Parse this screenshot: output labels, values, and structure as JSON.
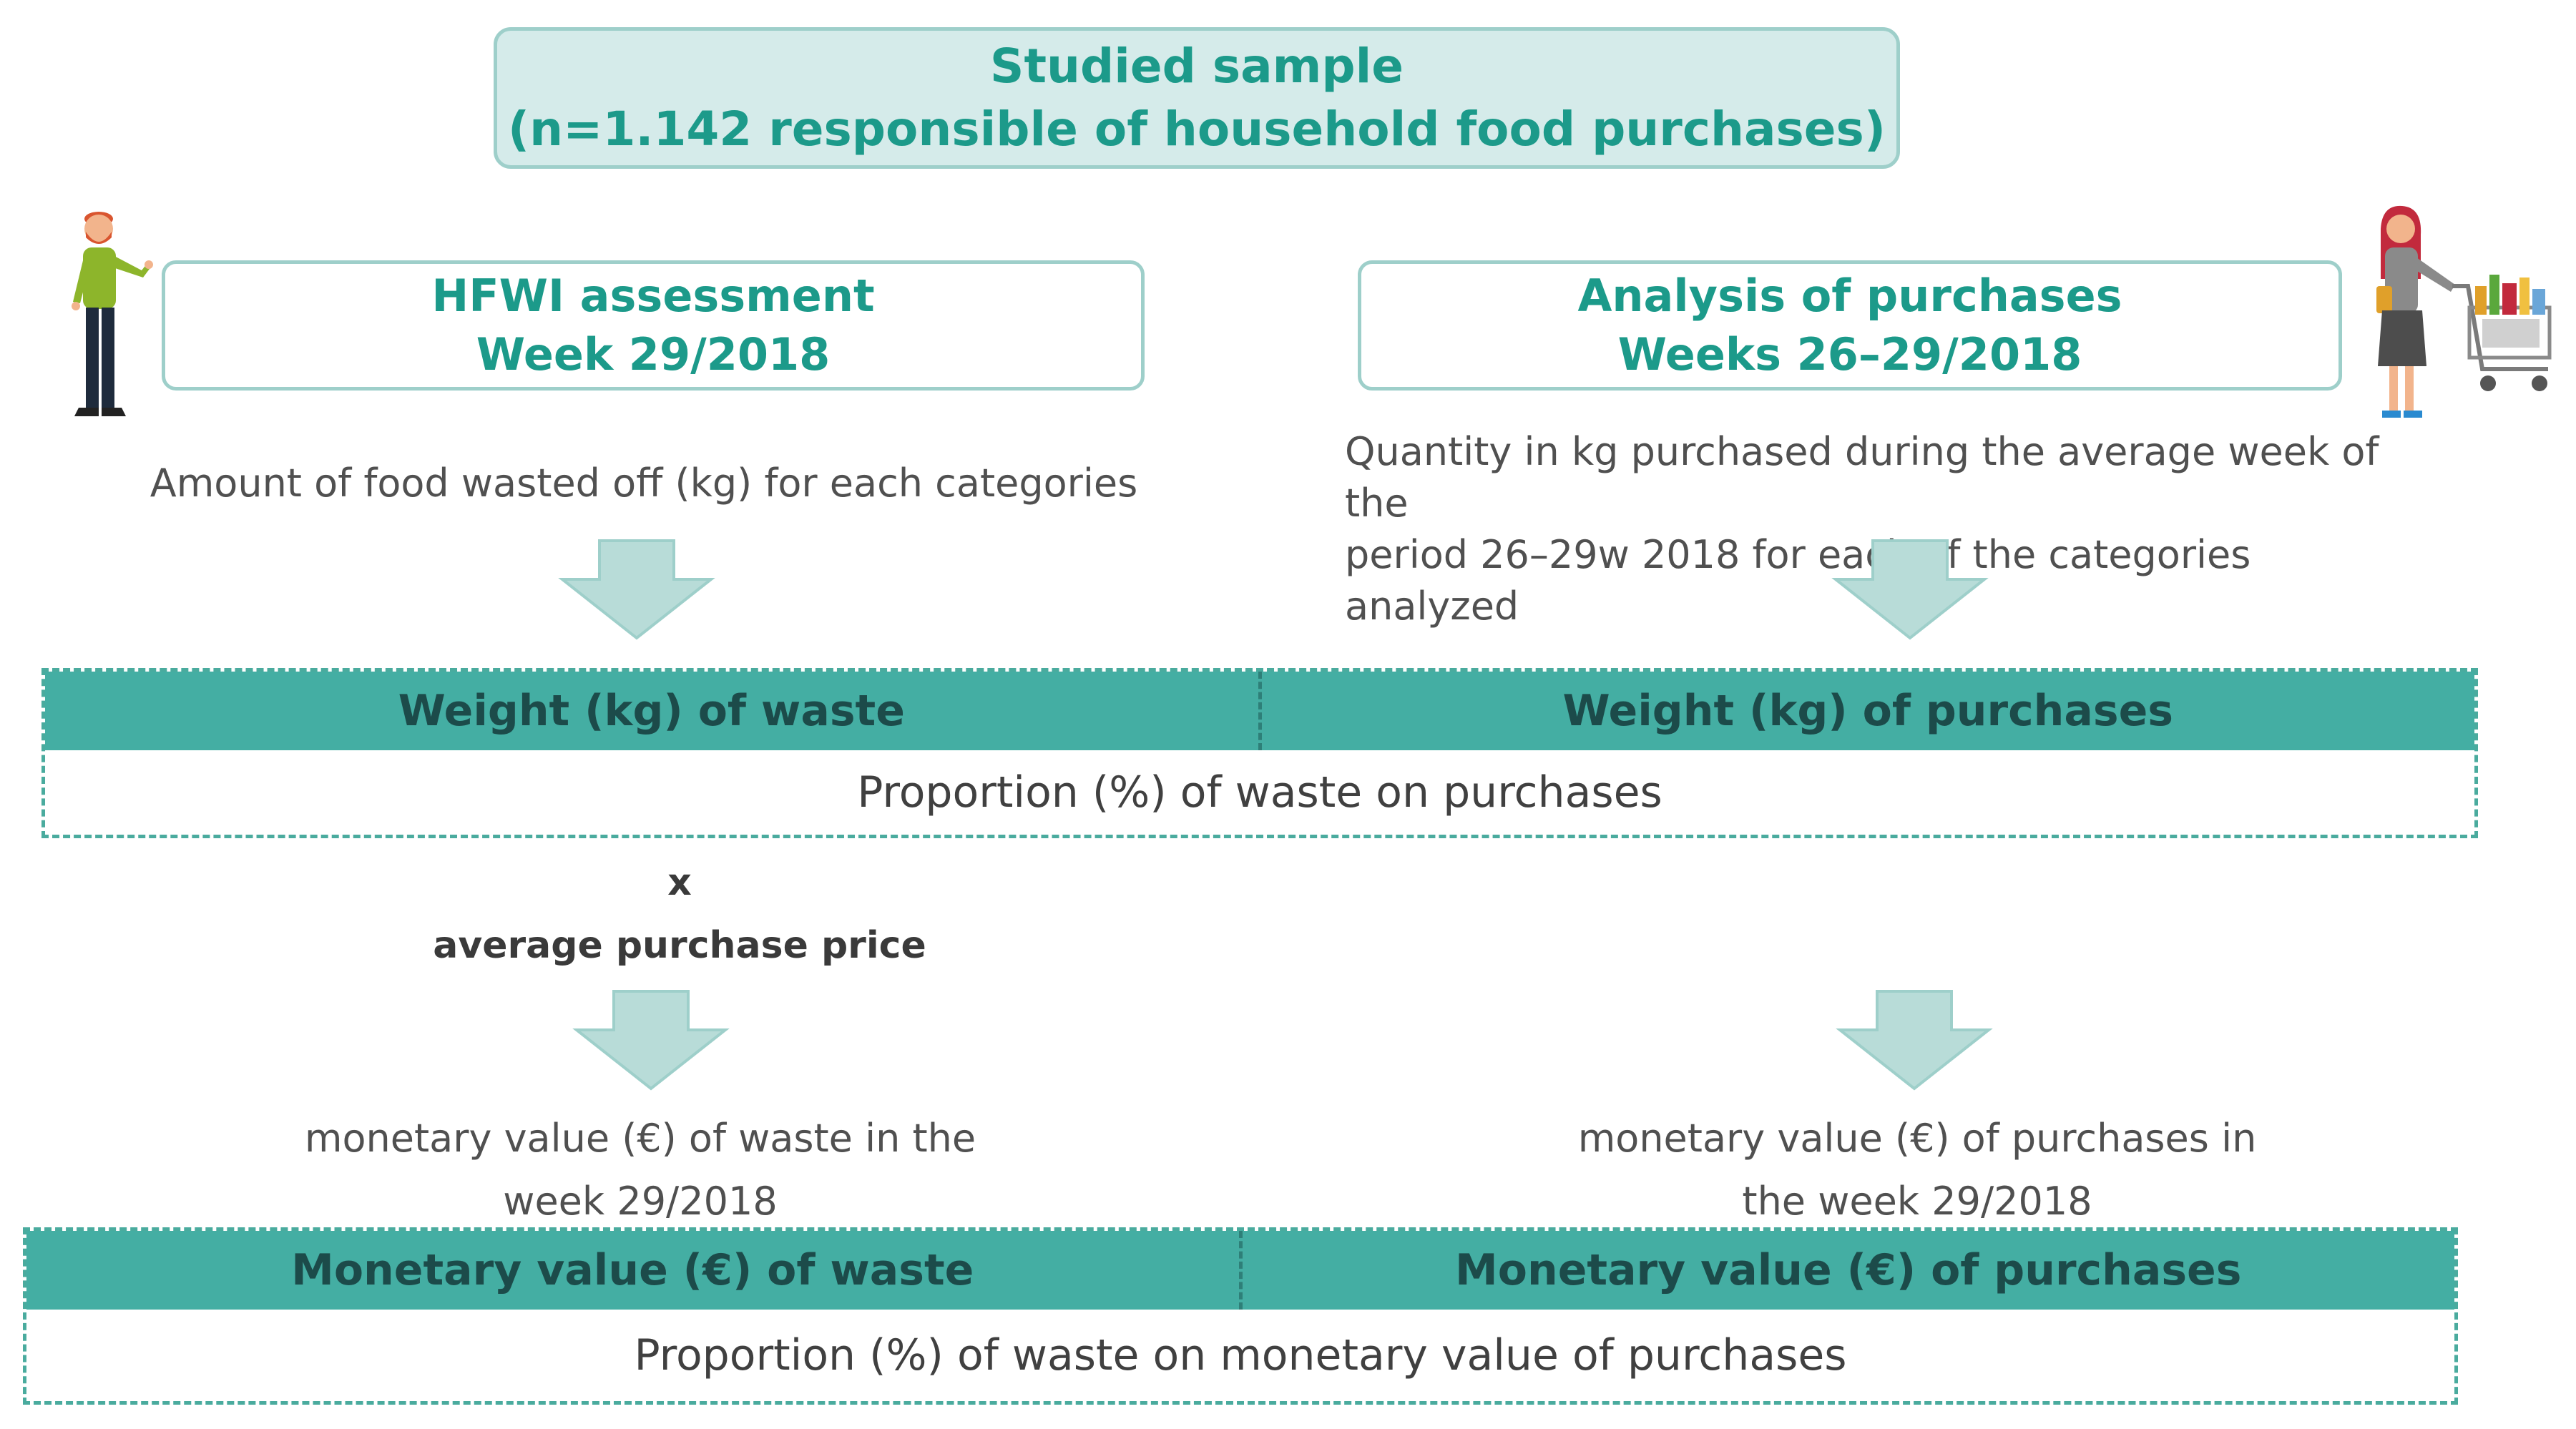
{
  "sample": {
    "line1": "Studied sample",
    "line2": "(n=1.142 responsible of household food purchases)"
  },
  "hfwi": {
    "line1": "HFWI assessment",
    "line2": "Week 29/2018",
    "desc": "Amount of food wasted off (kg) for each categories"
  },
  "purchases": {
    "line1": "Analysis of purchases",
    "line2": "Weeks 26–29/2018",
    "desc_line1": "Quantity in kg purchased during the average week of the",
    "desc_line2": "period 26–29w 2018 for each of the categories analyzed"
  },
  "weight_band": {
    "left": "Weight (kg) of waste",
    "right": "Weight (kg) of purchases",
    "result": "Proportion (%) of waste on purchases"
  },
  "multiplier": {
    "symbol": "x",
    "label": "average purchase price"
  },
  "money_desc": {
    "left_line1": "monetary value (€) of waste in the",
    "left_line2": "week 29/2018",
    "right_line1": "monetary value (€) of purchases in",
    "right_line2": "the week 29/2018"
  },
  "money_band": {
    "left": "Monetary value (€) of waste",
    "right": "Monetary value (€) of purchases",
    "result": "Proportion (%) of waste on monetary value of purchases"
  },
  "icons": {
    "man": "man-figure-icon",
    "woman": "woman-with-cart-icon",
    "arrow": "down-arrow-icon"
  },
  "colors": {
    "teal_dark": "#44aea3",
    "teal_light": "#d5ebea",
    "teal_text": "#1c9a8a",
    "arrow_fill": "#b8dcd8"
  }
}
